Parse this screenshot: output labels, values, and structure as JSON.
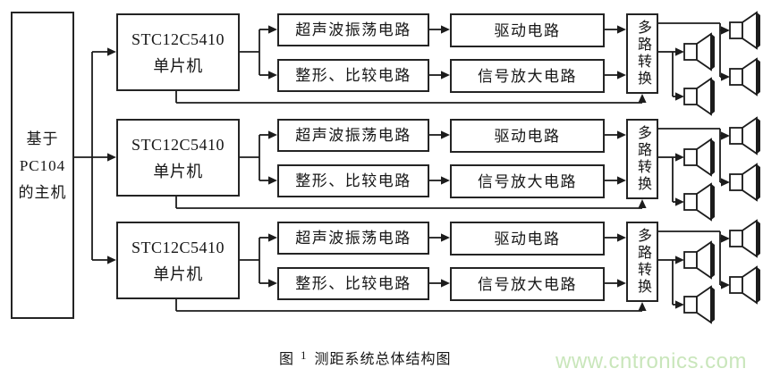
{
  "colors": {
    "ink": "#1c1c1c",
    "paper": "#ffffff"
  },
  "host": {
    "lines": [
      "基于",
      "PC104",
      "的主机"
    ]
  },
  "rows": [
    {
      "mcu_line1": "STC12C5410",
      "mcu_line2": "单片机",
      "oscillator": "超声波振荡电路",
      "shaper": "整形、比较电路",
      "driver": "驱动电路",
      "amplifier": "信号放大电路",
      "mux": "多路转换",
      "transducer_count": 4
    },
    {
      "mcu_line1": "STC12C5410",
      "mcu_line2": "单片机",
      "oscillator": "超声波振荡电路",
      "shaper": "整形、比较电路",
      "driver": "驱动电路",
      "amplifier": "信号放大电路",
      "mux": "多路转换",
      "transducer_count": 4
    },
    {
      "mcu_line1": "STC12C5410",
      "mcu_line2": "单片机",
      "oscillator": "超声波振荡电路",
      "shaper": "整形、比较电路",
      "driver": "驱动电路",
      "amplifier": "信号放大电路",
      "mux": "多路转换",
      "transducer_count": 4
    }
  ],
  "caption": {
    "label": "图",
    "number": "1",
    "title": "测距系统总体结构图"
  },
  "watermark": {
    "text": "www.cntronics.com",
    "color": "#c9e6bb"
  }
}
